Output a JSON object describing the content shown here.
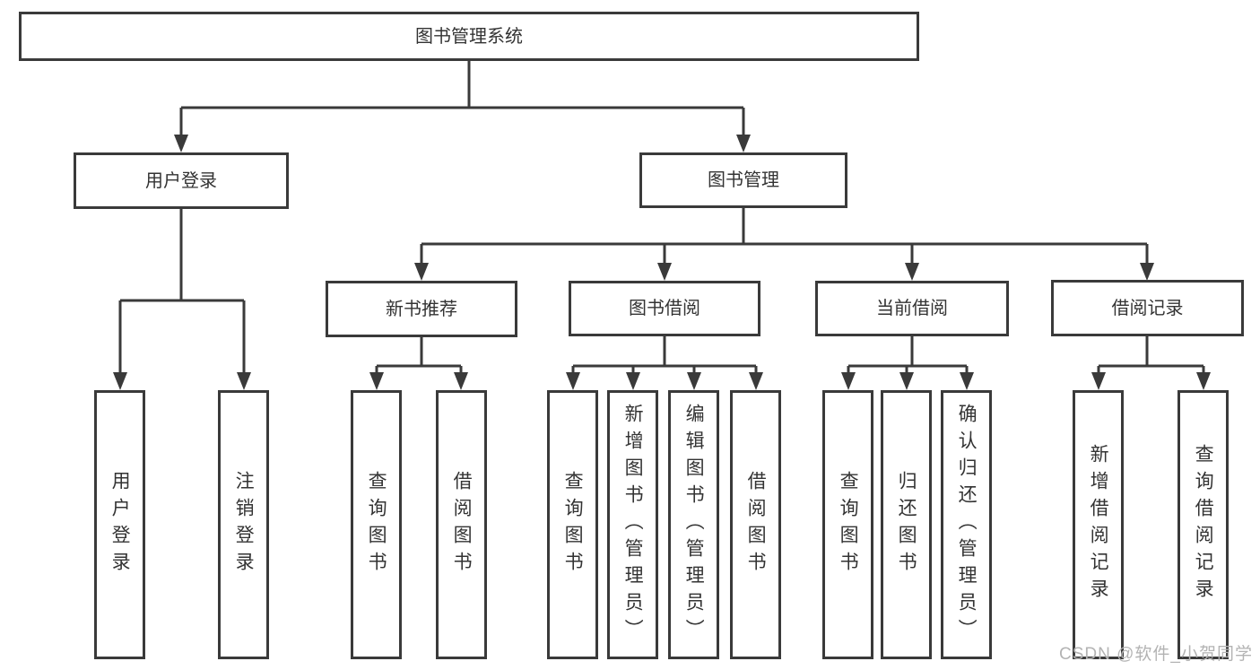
{
  "diagram": {
    "nodes": {
      "root": {
        "label": "图书管理系统"
      },
      "user_login": {
        "label": "用户登录"
      },
      "book_mgmt": {
        "label": "图书管理"
      },
      "new_book_rec": {
        "label": "新书推荐"
      },
      "book_borrow": {
        "label": "图书借阅"
      },
      "current_borrow": {
        "label": "当前借阅"
      },
      "borrow_record": {
        "label": "借阅记录"
      },
      "leaf_user_login": {
        "label": "用户登录"
      },
      "leaf_logout": {
        "label": "注销登录"
      },
      "leaf_query_book_1": {
        "label": "查询图书"
      },
      "leaf_borrow_book_1": {
        "label": "借阅图书"
      },
      "leaf_query_book_2": {
        "label": "查询图书"
      },
      "leaf_add_book": {
        "label": "新增图书（管理员）"
      },
      "leaf_edit_book": {
        "label": "编辑图书（管理员）"
      },
      "leaf_borrow_book_2": {
        "label": "借阅图书"
      },
      "leaf_query_book_3": {
        "label": "查询图书"
      },
      "leaf_return_book": {
        "label": "归还图书"
      },
      "leaf_confirm_return": {
        "label": "确认归还（管理员）"
      },
      "leaf_add_record": {
        "label": "新增借阅记录"
      },
      "leaf_query_record": {
        "label": "查询借阅记录"
      }
    },
    "colors": {
      "line": "#3a3a3a",
      "text": "#333333",
      "background": "#ffffff",
      "watermark": "#b3b3b3"
    }
  },
  "watermark": {
    "text": "CSDN @软件_小贺同学"
  }
}
